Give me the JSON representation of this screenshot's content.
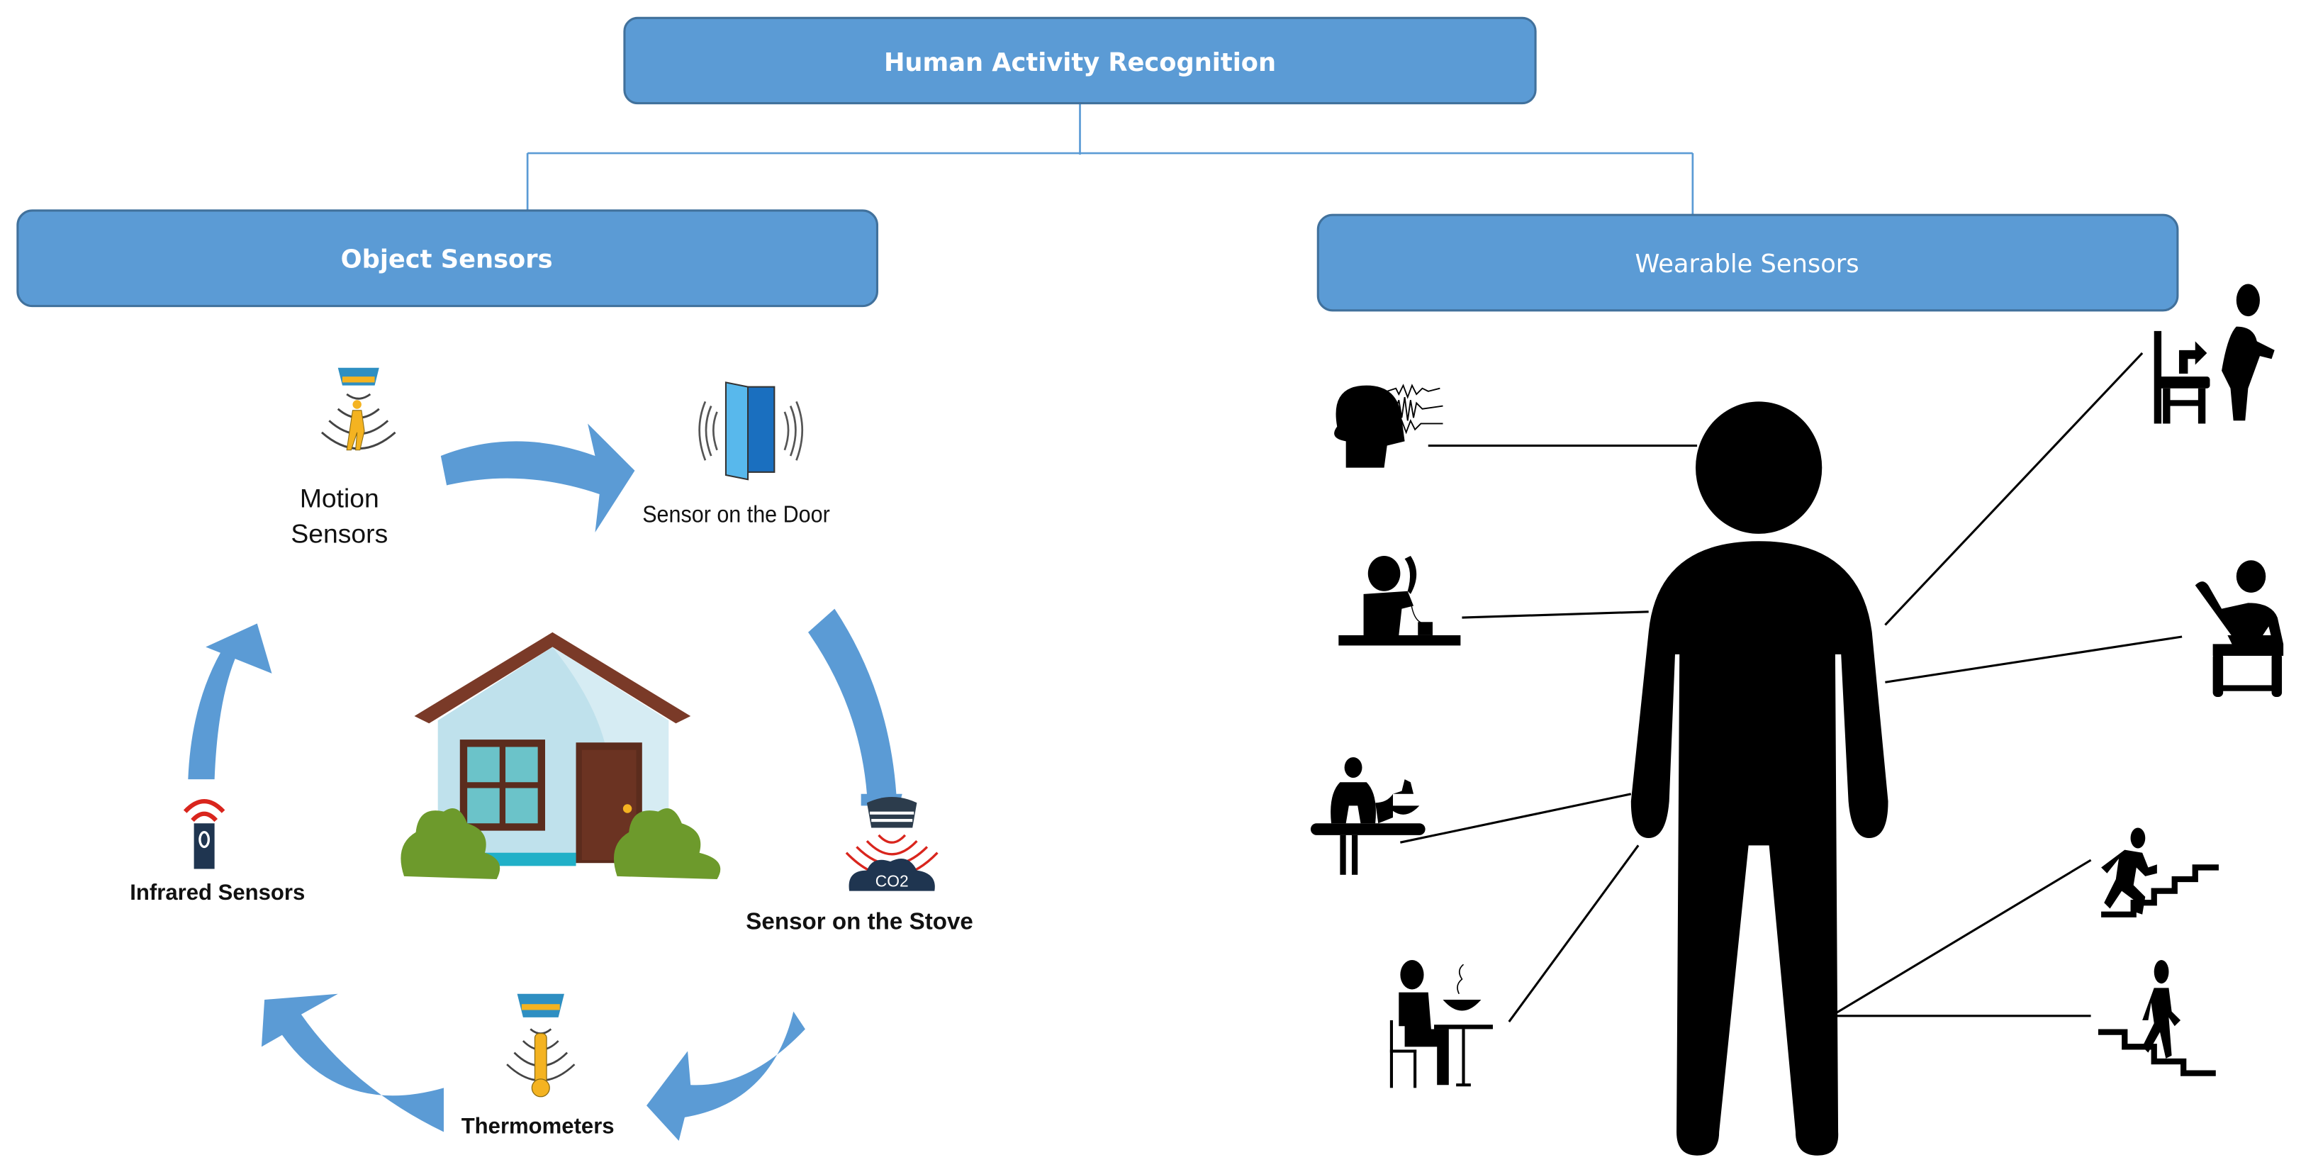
{
  "diagram": {
    "root": {
      "label": "Human Activity Recognition"
    },
    "branches": {
      "object_sensors": {
        "label": "Object Sensors"
      },
      "wearable_sensors": {
        "label": "Wearable Sensors"
      }
    },
    "object_sensor_cycle": [
      {
        "label_line1": "Motion",
        "label_line2": "Sensors",
        "icon": "motion-sensor-icon"
      },
      {
        "label": "Sensor on the Door",
        "icon": "door-sensor-icon"
      },
      {
        "label": "Sensor on the Stove",
        "icon": "co2-sensor-icon",
        "badge": "CO2"
      },
      {
        "label": "Thermometers",
        "icon": "thermometer-sensor-icon"
      },
      {
        "label": "Infrared Sensors",
        "icon": "infrared-sensor-icon"
      }
    ],
    "center_image": "house-icon",
    "wearable_activities": [
      {
        "activity": "brain-signal",
        "icon": "head-brainwave-icon"
      },
      {
        "activity": "talking-on-phone",
        "icon": "phone-call-icon"
      },
      {
        "activity": "cooking",
        "icon": "cooking-icon"
      },
      {
        "activity": "eating",
        "icon": "eating-icon"
      },
      {
        "activity": "sit-to-stand",
        "icon": "sit-to-stand-icon"
      },
      {
        "activity": "sitting",
        "icon": "sitting-icon"
      },
      {
        "activity": "climbing-stairs",
        "icon": "stairs-up-icon"
      },
      {
        "activity": "descending-stairs",
        "icon": "stairs-down-icon"
      }
    ],
    "colors": {
      "box_fill": "#5b9bd5",
      "box_border": "#41719c",
      "connector": "#5b9bd5",
      "arrow": "#5b9bd5",
      "silhouette": "#000000",
      "sensor_blue": "#2e8fc2",
      "sensor_amber": "#f4b321",
      "alert_red": "#d9251d",
      "navy": "#1f3550"
    }
  }
}
